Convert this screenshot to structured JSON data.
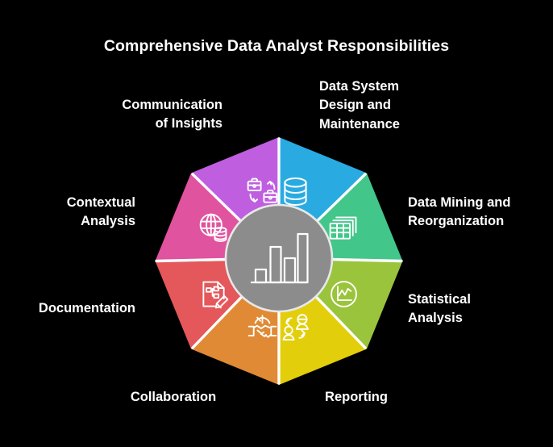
{
  "title": "Comprehensive Data Analyst Responsibilities",
  "center": {
    "icon": "bar-chart-icon",
    "fill": "#8c8c8c",
    "stroke": "#ffffff",
    "bars": [
      28,
      62,
      45,
      84
    ]
  },
  "segments": [
    {
      "id": "data-system-design-and-maintenance",
      "label": "Data System\nDesign and\nMaintenance",
      "color": "#29abe2",
      "icon": "database-icon",
      "angle_start": 0,
      "angle_end": 45,
      "align": "left"
    },
    {
      "id": "data-mining-and-reorganization",
      "label": "Data Mining and\nReorganization",
      "color": "#42c68a",
      "icon": "spreadsheet-stack-icon",
      "angle_start": 45,
      "angle_end": 90,
      "align": "left"
    },
    {
      "id": "statistical-analysis",
      "label": "Statistical\nAnalysis",
      "color": "#9ac43c",
      "icon": "line-chart-circle-icon",
      "angle_start": 90,
      "angle_end": 135,
      "align": "left"
    },
    {
      "id": "reporting",
      "label": "Reporting",
      "color": "#e3ce0b",
      "icon": "people-exchange-icon",
      "angle_start": 135,
      "angle_end": 180,
      "align": "center"
    },
    {
      "id": "collaboration",
      "label": "Collaboration",
      "color": "#e08a35",
      "icon": "handshake-icon",
      "angle_start": 180,
      "angle_end": 225,
      "align": "center"
    },
    {
      "id": "documentation",
      "label": "Documentation",
      "color": "#e4575a",
      "icon": "document-pencil-icon",
      "angle_start": 225,
      "angle_end": 270,
      "align": "right"
    },
    {
      "id": "contextual-analysis",
      "label": "Contextual\nAnalysis",
      "color": "#e0539e",
      "icon": "globe-database-icon",
      "angle_start": 270,
      "angle_end": 315,
      "align": "right"
    },
    {
      "id": "communication-of-insights",
      "label": "Communication\nof Insights",
      "color": "#bf5fe0",
      "icon": "briefcase-exchange-icon",
      "angle_start": 315,
      "angle_end": 360,
      "align": "right"
    }
  ],
  "colors": {
    "background": "#000000",
    "text": "#ffffff",
    "center_gray": "#8c8c8c"
  }
}
